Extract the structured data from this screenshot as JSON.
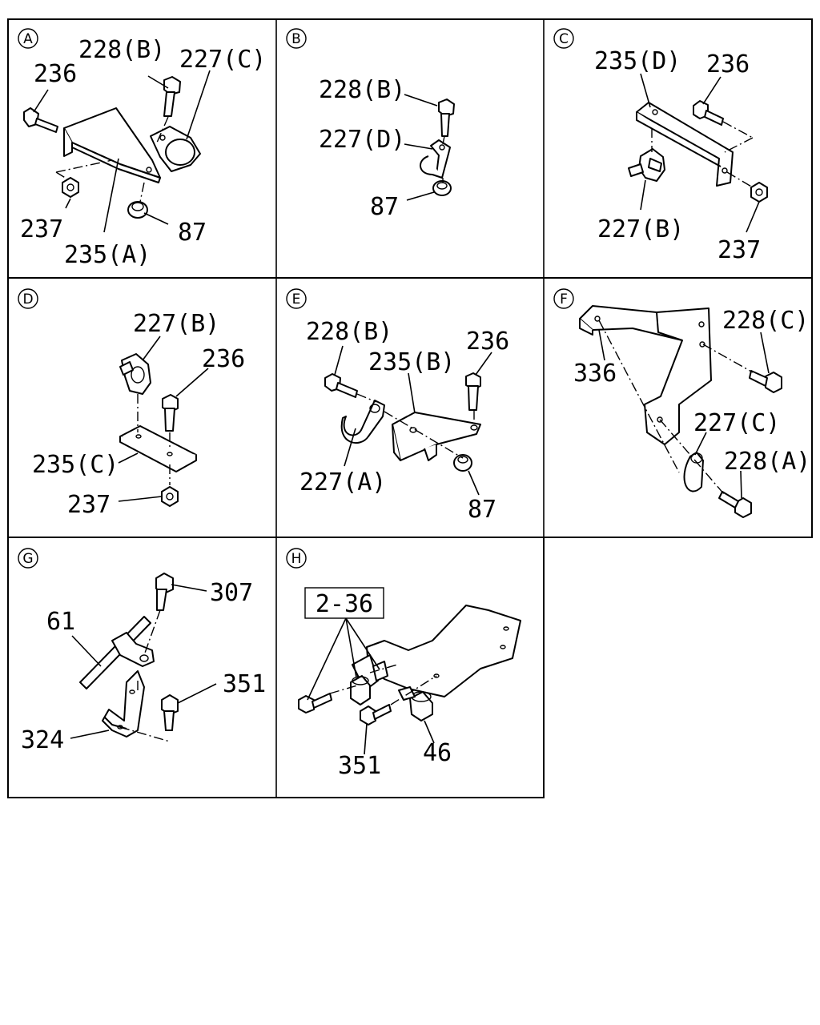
{
  "panels": [
    {
      "id": "A",
      "labels": [
        "228(B)",
        "227(C)",
        "236",
        "237",
        "235(A)",
        "87"
      ]
    },
    {
      "id": "B",
      "labels": [
        "228(B)",
        "227(D)",
        "87"
      ]
    },
    {
      "id": "C",
      "labels": [
        "235(D)",
        "236",
        "227(B)",
        "237"
      ]
    },
    {
      "id": "D",
      "labels": [
        "227(B)",
        "236",
        "235(C)",
        "237"
      ]
    },
    {
      "id": "E",
      "labels": [
        "228(B)",
        "236",
        "235(B)",
        "227(A)",
        "87"
      ]
    },
    {
      "id": "F",
      "labels": [
        "228(C)",
        "336",
        "227(C)",
        "228(A)"
      ]
    },
    {
      "id": "G",
      "labels": [
        "307",
        "61",
        "351",
        "324"
      ]
    },
    {
      "id": "H",
      "labels": [
        "2-36",
        "351",
        "46"
      ]
    }
  ]
}
